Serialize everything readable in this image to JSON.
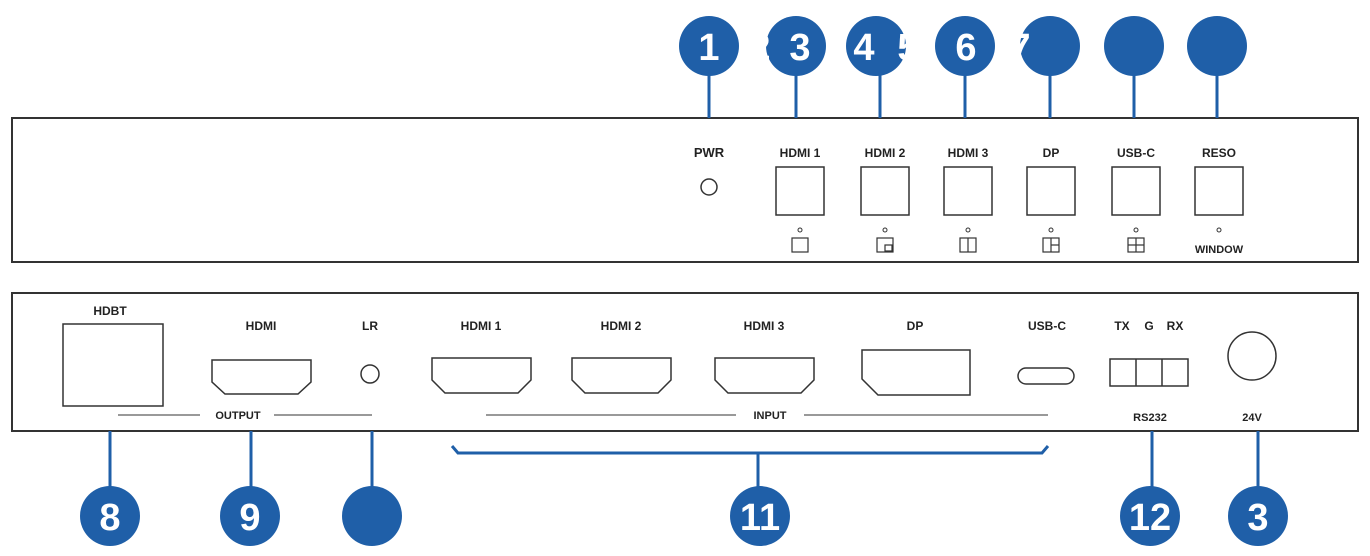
{
  "colors": {
    "callout": "#1f5fa8",
    "line": "#1f5fa8",
    "panel_stroke": "#333333",
    "text": "#222222"
  },
  "front_panel": {
    "pwr": "PWR",
    "hdmi1": "HDMI 1",
    "hdmi2": "HDMI 2",
    "hdmi3": "HDMI 3",
    "dp": "DP",
    "usbc": "USB-C",
    "reso": "RESO",
    "window": "WINDOW",
    "layout_icons": [
      "single-window-icon",
      "pip-window-icon",
      "split-2-window-icon",
      "split-3-window-icon",
      "quad-window-icon"
    ]
  },
  "rear_panel": {
    "hdbt": "HDBT",
    "hdmi_out": "HDMI",
    "lr": "LR",
    "hdmi1": "HDMI 1",
    "hdmi2": "HDMI 2",
    "hdmi3": "HDMI 3",
    "dp": "DP",
    "usbc": "USB-C",
    "tx": "TX",
    "g": "G",
    "rx": "RX",
    "output": "OUTPUT",
    "input": "INPUT",
    "rs232": "RS232",
    "v24": "24V"
  },
  "callouts_top": [
    "1",
    "2",
    "3",
    "4",
    "5",
    "6",
    "7",
    "",
    "",
    ""
  ],
  "callouts_bottom": [
    "8",
    "9",
    "",
    "11",
    "12",
    "3"
  ]
}
